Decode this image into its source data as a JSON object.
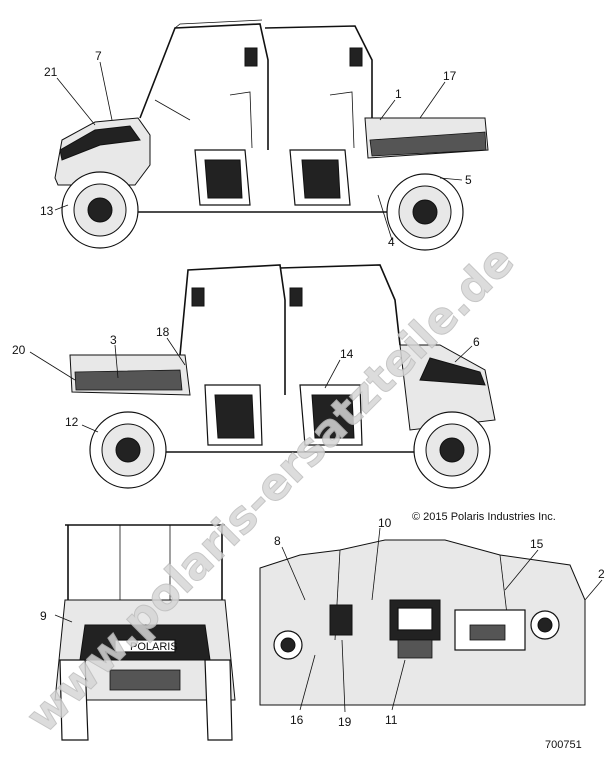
{
  "copyright": "© 2015 Polaris Industries Inc.",
  "part_number": "700751",
  "watermark": "www.polaris-ersatzteile.de",
  "brand_badge": "POLARIS",
  "callouts": {
    "c1": "1",
    "c2": "2",
    "c3": "3",
    "c4": "4",
    "c5": "5",
    "c6": "6",
    "c7": "7",
    "c8": "8",
    "c9": "9",
    "c10": "10",
    "c11": "11",
    "c12": "12",
    "c13": "13",
    "c14": "14",
    "c15": "15",
    "c16": "16",
    "c17": "17",
    "c18": "18",
    "c19": "19",
    "c20": "20",
    "c21": "21"
  }
}
